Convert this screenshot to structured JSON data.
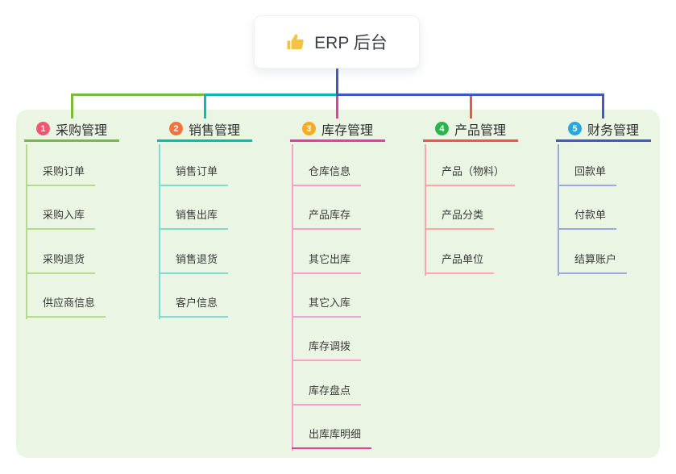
{
  "root": {
    "label": "ERP 后台",
    "icon": "thumbs-up-icon"
  },
  "branches": [
    {
      "index": "1",
      "label": "采购管理",
      "badge_color": "#F3566E",
      "line_color": "#7CBA3F",
      "child_line_color": "#B4DB8E",
      "children": [
        "采购订单",
        "采购入库",
        "采购退货",
        "供应商信息"
      ]
    },
    {
      "index": "2",
      "label": "销售管理",
      "badge_color": "#F4743B",
      "line_color": "#0ABCB0",
      "child_line_color": "#84D8CF",
      "children": [
        "销售订单",
        "销售出库",
        "销售退货",
        "客户信息"
      ]
    },
    {
      "index": "3",
      "label": "库存管理",
      "badge_color": "#F9AD1D",
      "line_color": "#E63F99",
      "child_line_color": "#F2A0CD",
      "children": [
        "仓库信息",
        "产品库存",
        "其它出库",
        "其它入库",
        "库存调拨",
        "库存盘点",
        "出库库明细"
      ]
    },
    {
      "index": "4",
      "label": "产品管理",
      "badge_color": "#2BB54C",
      "line_color": "#F05352",
      "child_line_color": "#F7A8A7",
      "children": [
        "产品（物料）",
        "产品分类",
        "产品单位"
      ]
    },
    {
      "index": "5",
      "label": "财务管理",
      "badge_color": "#29A8E0",
      "line_color": "#4356C6",
      "child_line_color": "#9AAADF",
      "children": [
        "回款单",
        "付款单",
        "结算账户"
      ]
    }
  ],
  "colors": {
    "panel_background": "#EAF6E3",
    "trunk": "#4356C6",
    "root_text": "#3B4048",
    "thumb_icon": "#F6C244"
  }
}
